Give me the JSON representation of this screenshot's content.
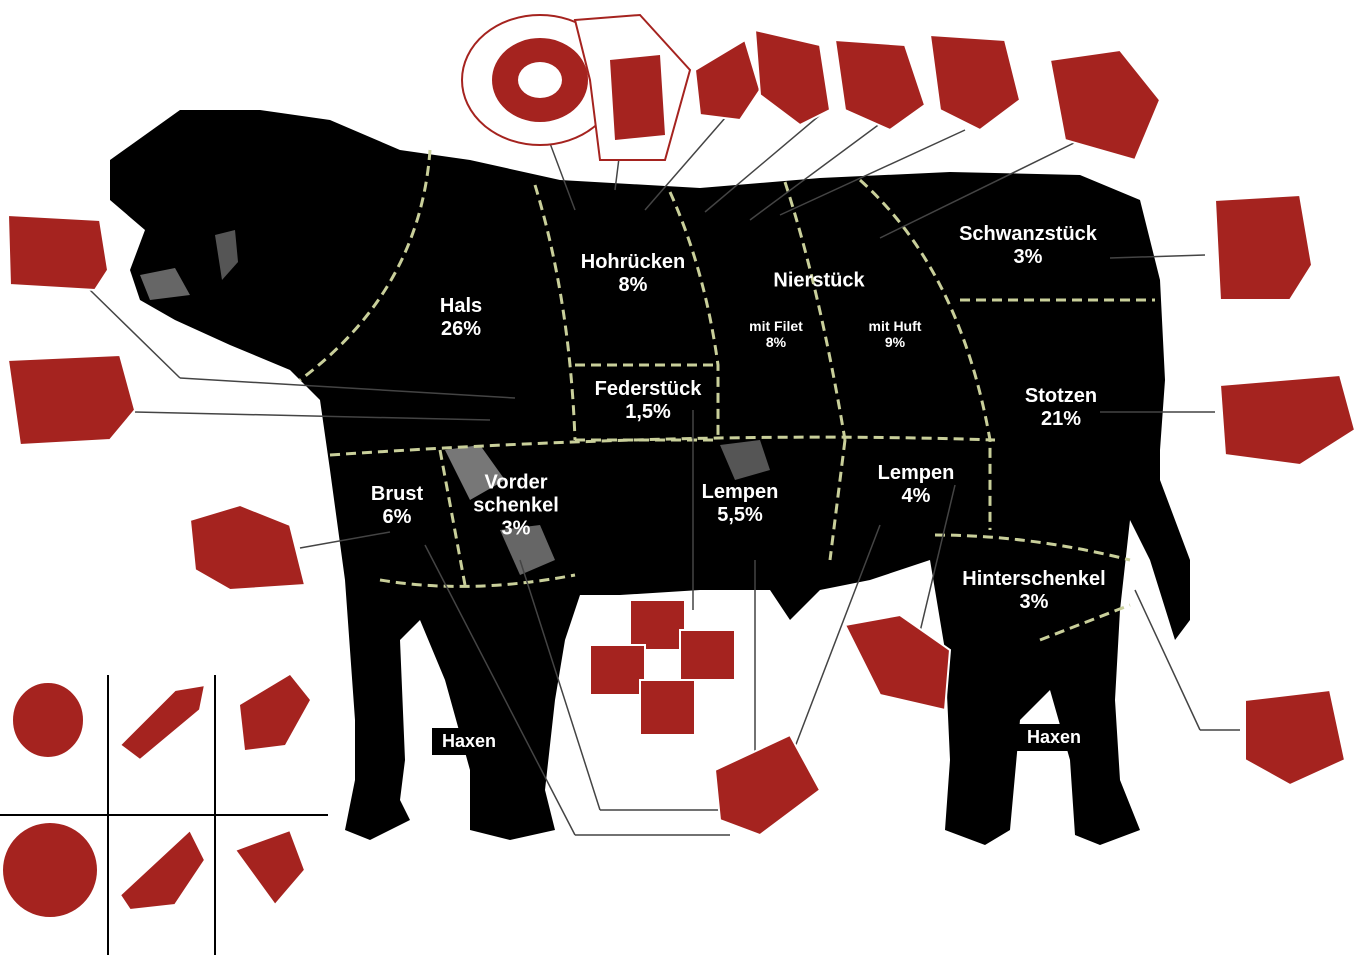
{
  "colors": {
    "cow": "#000000",
    "divider": "#c9cf9a",
    "meat": "#a5231f",
    "meat_light": "#ffffff",
    "leader": "#444444"
  },
  "cuts": {
    "hals": {
      "name": "Hals",
      "pct": "26%"
    },
    "hohruecken": {
      "name": "Hohrücken",
      "pct": "8%"
    },
    "nierstueck": {
      "name": "Nierstück"
    },
    "filet": {
      "name": "mit Filet",
      "pct": "8%"
    },
    "huft": {
      "name": "mit Huft",
      "pct": "9%"
    },
    "schwanzstueck": {
      "name": "Schwanzstück",
      "pct": "3%"
    },
    "federstueck": {
      "name": "Federstück",
      "pct": "1,5%"
    },
    "stotzen": {
      "name": "Stotzen",
      "pct": "21%"
    },
    "brust": {
      "name": "Brust",
      "pct": "6%"
    },
    "vorderschenkel": {
      "name": "Vorder schenkel",
      "pct": "3%"
    },
    "lempen_front": {
      "name": "Lempen",
      "pct": "5,5%"
    },
    "lempen_rear": {
      "name": "Lempen",
      "pct": "4%"
    },
    "hinterschenkel": {
      "name": "Hinterschenkel",
      "pct": "3%"
    }
  },
  "haxen": {
    "front": "Haxen",
    "rear": "Haxen"
  }
}
